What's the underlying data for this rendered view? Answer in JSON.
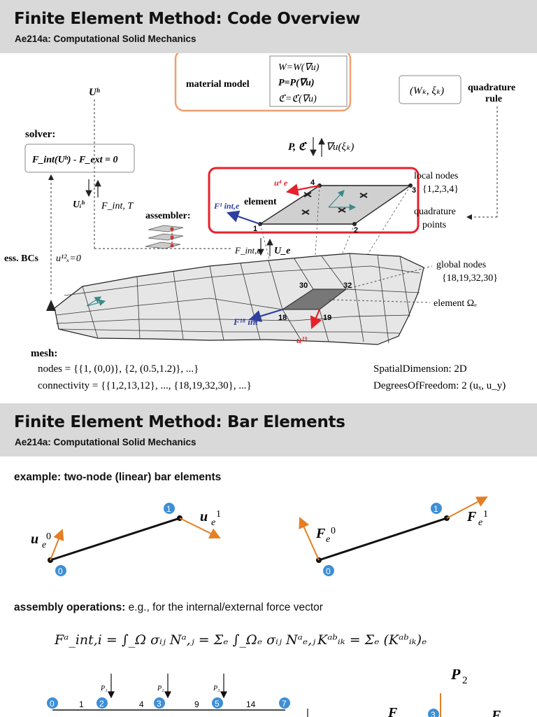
{
  "slide1": {
    "title": "Finite Element Method: Code Overview",
    "subtitle": "Ae214a: Computational Solid Mechanics",
    "material_model": {
      "label": "material model",
      "eq_w": "W=W(∇u)",
      "eq_p": "P=P(∇u)",
      "eq_c": "ℭ=ℭ(∇u)"
    },
    "quadrature_rule": {
      "box": "(Wₖ, ξₖ)",
      "label_line1": "quadrature",
      "label_line2": "rule"
    },
    "u_h": "Uʰ",
    "solver": {
      "label": "solver:",
      "eq": "F_int(Uʰ) - F_ext = 0"
    },
    "stress_arrow": {
      "left": "P, ℭ",
      "right": "∇u(ξₖ)"
    },
    "element": {
      "label": "element",
      "f_int": "F¹ int,e",
      "u_e": "u⁴ e"
    },
    "local_nodes": {
      "label": "local nodes",
      "set": "{1,2,3,4}"
    },
    "quadrature_points": {
      "line1": "quadrature",
      "line2": "points"
    },
    "assembler": {
      "label": "assembler:"
    },
    "solver_arrows": {
      "left": "Uᵢʰ",
      "right": "F_int, T"
    },
    "assembler_arrows": {
      "left": "F_int,e",
      "right": "U_e"
    },
    "ess_bcs": {
      "label": "ess. BCs",
      "eq": "u¹²ₓ=0"
    },
    "global_nodes": {
      "label": "global nodes",
      "set": "{18,19,32,30}"
    },
    "element_omega": "element Ωₑ",
    "node_numbers": {
      "n30": "30",
      "n32": "32",
      "n18": "18",
      "n19": "19",
      "l1": "1",
      "l2": "2",
      "l3": "3",
      "l4": "4"
    },
    "mesh_forces": {
      "f18": "F¹⁸ int",
      "u19": "u¹⁹"
    },
    "mesh": {
      "label": "mesh:",
      "nodes": "nodes = {{1, (0,0)}, {2, (0.5,1.2)}, ...}",
      "connectivity": "connectivity = {{1,2,13,12}, ..., {18,19,32,30}, ...}"
    },
    "spatial_dimension": "SpatialDimension: 2D",
    "dof": "DegreesOfFreedom: 2 (uₓ, u_y)",
    "colors": {
      "red": "#e8202a",
      "orange": "#f0a070",
      "blue": "#2e3fa0",
      "header": "#d9d9d9"
    }
  },
  "slide2": {
    "title": "Finite Element Method: Bar Elements",
    "subtitle": "Ae214a: Computational Solid Mechanics",
    "example": "example: two-node (linear) bar elements",
    "bar_left": {
      "u0": "u",
      "u0_sub": "e",
      "u0_sup": "0",
      "u1": "u",
      "u1_sub": "e",
      "u1_sup": "1",
      "n0": "0",
      "n1": "1"
    },
    "bar_right": {
      "f0": "F",
      "f0_sub": "e",
      "f0_sup": "0",
      "f1": "F",
      "f1_sub": "e",
      "f1_sup": "1",
      "n0": "0",
      "n1": "1"
    },
    "assembly_bold": "assembly operations:",
    "assembly_rest": " e.g., for the internal/external force vector",
    "eq_force": "Fᵃ_int,i = ∫_Ω σᵢⱼ Nᵃ,ⱼ = Σₑ ∫_Ωₑ σᵢⱼ Nᵃₑ,ⱼ",
    "eq_stiff": "Kᵃᵇᵢₖ = Σₑ (Kᵃᵇᵢₖ)ₑ",
    "truss": {
      "nodes": [
        "0",
        "2",
        "3",
        "5",
        "7"
      ],
      "members": [
        "1",
        "4",
        "9",
        "14"
      ],
      "loads": [
        "P₁",
        "P₂",
        "P₃"
      ],
      "p2": "P",
      "p2_sub": "2",
      "n3": "3",
      "f_left": "F",
      "f_right": "F"
    }
  }
}
